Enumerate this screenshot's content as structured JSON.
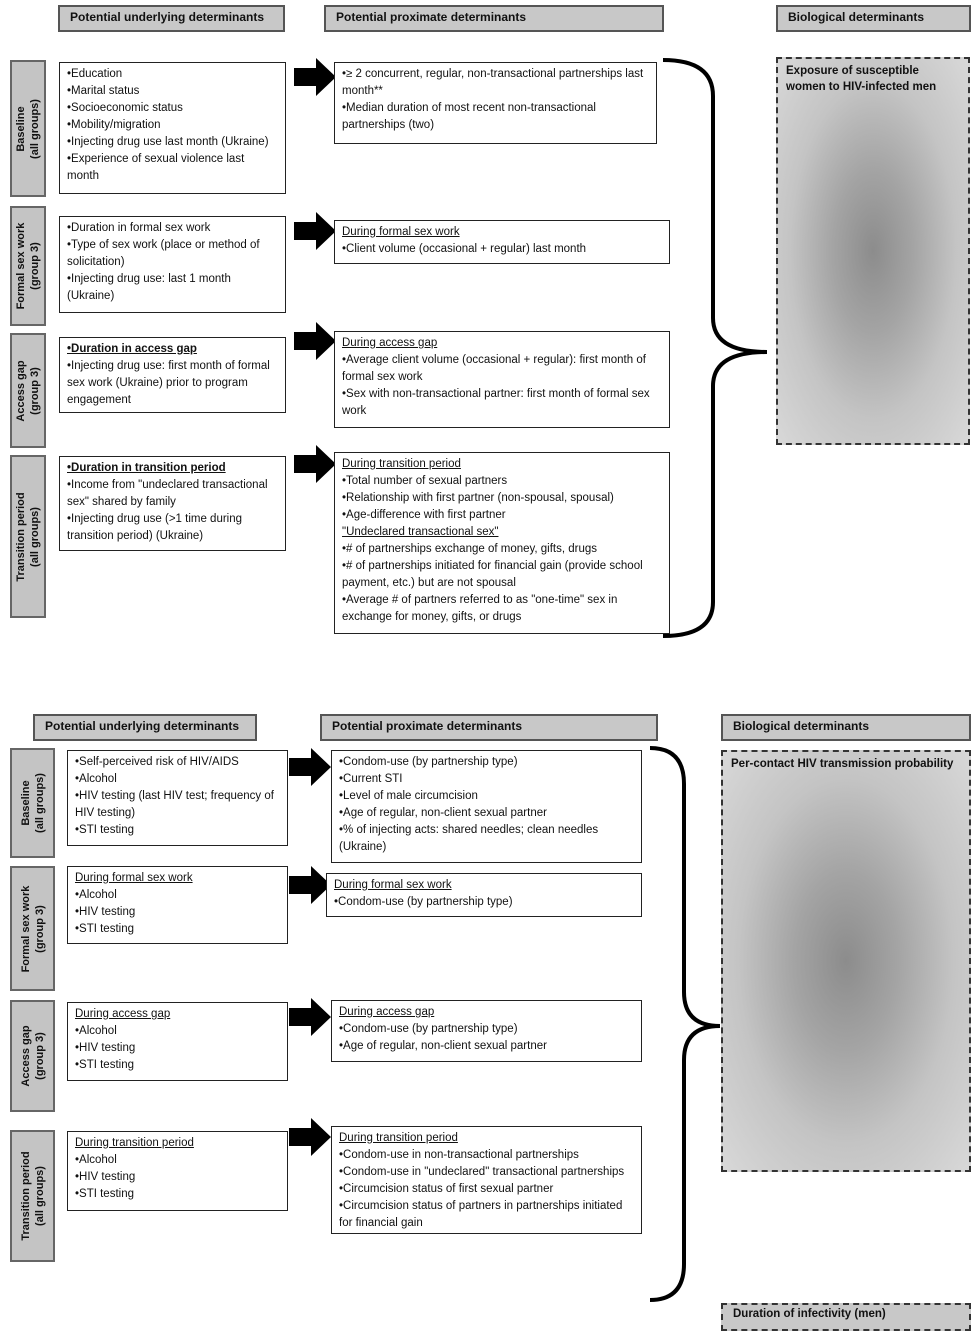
{
  "top": {
    "headers": {
      "underlying": "Potential underlying determinants",
      "proximate": "Potential proximate determinants",
      "biological": "Biological determinants"
    },
    "rows": [
      {
        "side": [
          "Baseline",
          "(all groups)"
        ],
        "under": [
          "•Education",
          "•Marital status",
          "•Socioeconomic status",
          "•Mobility/migration",
          "•Injecting drug use last month (Ukraine)",
          "•Experience of sexual violence last month"
        ],
        "prox": [
          "•≥ 2 concurrent, regular, non-transactional partnerships last month**",
          "•Median duration of most recent non-transactional partnerships  (two)"
        ]
      },
      {
        "side": [
          "Formal sex work",
          "(group 3)"
        ],
        "under": [
          "•Duration in formal sex work",
          "•Type of sex work (place or method of solicitation)",
          "•Injecting drug use: last  1 month (Ukraine)"
        ],
        "prox_heading": "During formal sex work",
        "prox": [
          "•Client volume (occasional + regular) last month"
        ]
      },
      {
        "side": [
          "Access gap",
          "(group 3)"
        ],
        "under_heading": "•Duration in access gap",
        "under": [
          "•Injecting drug use: first month of formal sex work (Ukraine) prior to program engagement"
        ],
        "prox_heading": "During access gap",
        "prox": [
          "•Average client volume (occasional + regular): first month of formal sex work",
          "•Sex with non-transactional partner: first month of formal sex work"
        ]
      },
      {
        "side": [
          "Transition period",
          "(all groups)"
        ],
        "under_heading": "•Duration in transition period",
        "under": [
          "•Income from \"undeclared transactional sex\" shared by family",
          "•Injecting drug use (>1 time during transition period) (Ukraine)"
        ],
        "prox_heading": "During transition period",
        "prox": [
          "•Total number of sexual partners",
          "•Relationship with first partner (non-spousal, spousal)",
          "•Age-difference with first partner"
        ],
        "prox_heading2": "\"Undeclared transactional sex\"",
        "prox2": [
          "•# of partnerships  exchange of money, gifts, drugs",
          "•# of partnerships initiated for financial gain (provide school payment, etc.) but are not spousal",
          "•Average # of partners referred to as \"one-time\" sex in exchange for money, gifts, or drugs"
        ]
      }
    ],
    "bio_label": "Exposure of susceptible women to HIV-infected men"
  },
  "bottom": {
    "headers": {
      "underlying": "Potential underlying determinants",
      "proximate": "Potential proximate determinants",
      "biological": "Biological determinants"
    },
    "rows": [
      {
        "side": [
          "Baseline",
          "(all groups)"
        ],
        "under": [
          "•Self-perceived risk of HIV/AIDS",
          "•Alcohol",
          "•HIV testing (last HIV test; frequency of HIV testing)",
          "•STI testing"
        ],
        "prox": [
          "•Condom-use (by partnership type)",
          "•Current STI",
          "•Level of male circumcision",
          "•Age of regular, non-client sexual partner",
          "•% of injecting acts: shared needles; clean needles (Ukraine)"
        ]
      },
      {
        "side": [
          "Formal sex work",
          "(group 3)"
        ],
        "under_heading": "During formal sex work",
        "under": [
          "•Alcohol",
          "•HIV testing",
          "•STI testing"
        ],
        "prox_heading": "During formal sex work",
        "prox": [
          "•Condom-use (by partnership type)"
        ]
      },
      {
        "side": [
          "Access gap",
          "(group 3)"
        ],
        "under_heading": "During access gap",
        "under": [
          "•Alcohol",
          "•HIV testing",
          "•STI testing"
        ],
        "prox_heading": "During access gap",
        "prox": [
          "•Condom-use (by partnership type)",
          "•Age of regular, non-client sexual partner"
        ]
      },
      {
        "side": [
          "Transition period",
          "(all groups)"
        ],
        "under_heading": "During transition period",
        "under": [
          "•Alcohol",
          "•HIV testing",
          "•STI testing"
        ],
        "prox_heading": "During transition period",
        "prox": [
          "•Condom-use in non-transactional partnerships",
          "•Condom-use in \"undeclared\" transactional partnerships",
          "•Circumcision status of first sexual partner",
          "•Circumcision status of partners in partnerships initiated for financial gain"
        ]
      }
    ],
    "bio_label": "Per-contact HIV transmission probability",
    "bio_label2": "Duration of infectivity (men)"
  },
  "colors": {
    "header_fill": "#c8c8c8",
    "side_fill": "#c4c4c4",
    "arrow": "#000000"
  },
  "icons": {
    "arrow": "right-arrow-icon",
    "bracket": "right-curly-brace-icon"
  }
}
